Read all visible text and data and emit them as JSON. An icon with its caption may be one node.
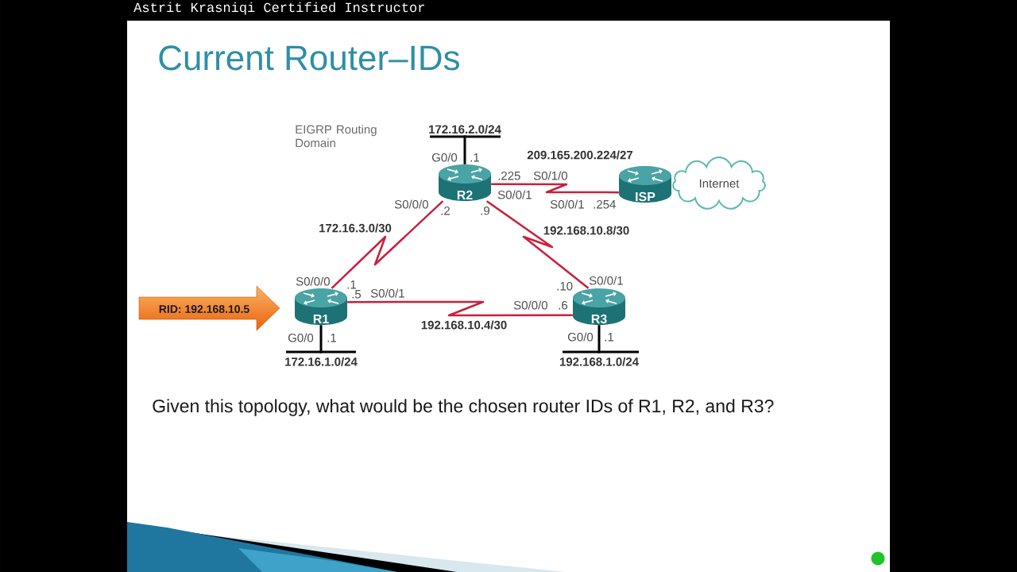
{
  "diagram": {
    "title": "Current Router–IDs",
    "caption": "Given this topology, what would be the chosen router IDs of R1, R2, and R3?",
    "nodes": [
      {
        "text": [
          "172.16.2.0/24"
        ]
      },
      {
        "text": [
          "R2"
        ]
      },
      {
        "text": [
          "ISP"
        ]
      },
      {
        "text": [
          "Internet"
        ]
      },
      {
        "text": [
          "RID: 192.168.10.5"
        ]
      },
      {
        "text": [
          "R1"
        ]
      },
      {
        "text": [
          "R3"
        ]
      },
      {
        "text": [
          "172.16.1.0/24"
        ]
      },
      {
        "text": [
          "192.168.1.0/24"
        ]
      }
    ],
    "edges": [
      {
        "from": 0,
        "to": 1,
        "arrow": "none",
        "color": "#000000"
      },
      {
        "from": 1,
        "to": 2,
        "arrow": "none",
        "label": "209.165.200.224/27"
      },
      {
        "from": 5,
        "to": 1,
        "arrow": "none",
        "label": "172.16.3.0/30"
      },
      {
        "from": 1,
        "to": 6,
        "arrow": "none",
        "label": "192.168.10.8/30"
      },
      {
        "from": 5,
        "to": 6,
        "arrow": "none",
        "label": "192.168.10.4/30"
      },
      {
        "from": 5,
        "to": 7,
        "arrow": "none",
        "color": "#000000"
      },
      {
        "from": 6,
        "to": 8,
        "arrow": "none",
        "color": "#000000"
      }
    ],
    "labels": [
      "Astrit Krasniqi Certified Instructor",
      "EIGRP Routing Domain",
      "G0/0",
      ".1",
      ".225",
      "S0/1/0",
      "S0/0/1",
      "S0/0/0",
      "S0/0/1",
      ".254",
      ".2",
      ".9",
      "S0/0/0",
      ".1",
      ".10",
      "S0/0/1",
      ".5",
      "S0/0/1",
      "S0/0/0",
      ".6",
      "G0/0",
      ".1",
      "G0/0",
      ".1"
    ]
  }
}
